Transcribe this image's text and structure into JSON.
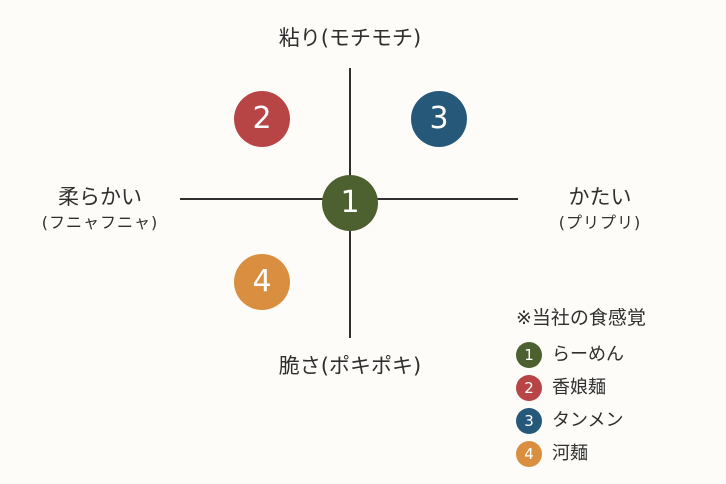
{
  "axes": {
    "top": {
      "label": "粘り(モチモチ)"
    },
    "bottom": {
      "label": "脆さ(ポキポキ)"
    },
    "left": {
      "label": "柔らかい",
      "sub": "(フニャフニャ)"
    },
    "right": {
      "label": "かたい",
      "sub": "(プリプリ)"
    }
  },
  "markers": [
    {
      "number": "1",
      "name": "らーめん",
      "color": "#4d6030"
    },
    {
      "number": "2",
      "name": "香娘麺",
      "color": "#b84545"
    },
    {
      "number": "3",
      "name": "タンメン",
      "color": "#26587a"
    },
    {
      "number": "4",
      "name": "河麺",
      "color": "#d98f3f"
    }
  ],
  "legend": {
    "title": "※当社の食感覚"
  }
}
